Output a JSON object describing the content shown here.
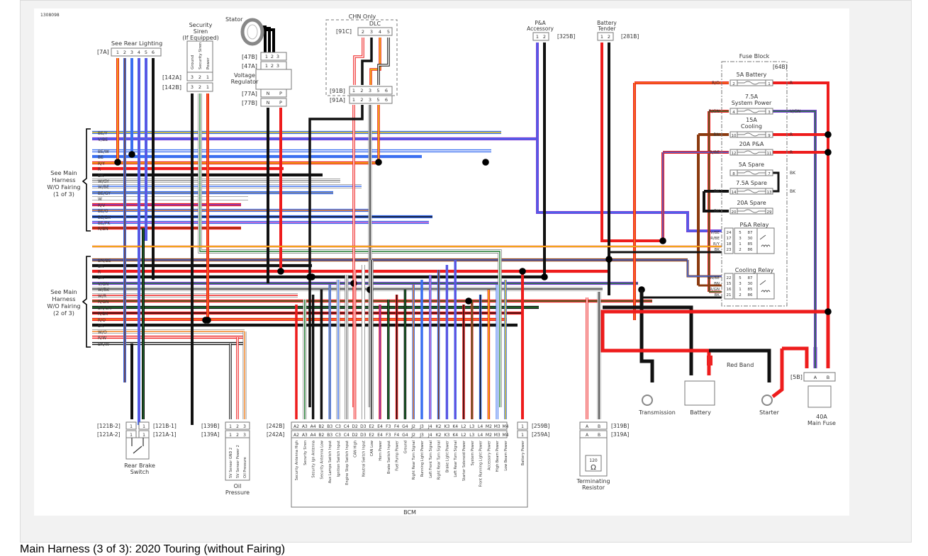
{
  "caption": "Main Harness (3 of 3): 2020 Touring (without Fairing)",
  "figure_id": "1308098",
  "components": {
    "rear_lighting": {
      "title": "See Rear Lighting",
      "connector": "[7A]",
      "pins": [
        "1",
        "2",
        "3",
        "4",
        "5",
        "6"
      ],
      "wires": [
        "R/Y",
        "BE/BN",
        "BE",
        "BE/V",
        "BE/V",
        "BK"
      ]
    },
    "security_siren": {
      "title": "Security Siren (If Equipped)",
      "title_lines": [
        "Security",
        "Siren",
        "(If Equipped)"
      ],
      "connectors": [
        "[142A]",
        "[142B]"
      ],
      "pins": [
        "3",
        "2",
        "1"
      ],
      "pin_labels": [
        "Ground",
        "Security Siren",
        "Power"
      ],
      "wires": [
        "BK",
        "W/GN",
        "R/O"
      ]
    },
    "stator": {
      "title": "Stator",
      "connectors": [
        "[47B]",
        "[47A]"
      ],
      "pins": [
        "1",
        "2",
        "3"
      ]
    },
    "voltage_regulator": {
      "title": "Voltage Regulator",
      "title_lines": [
        "Voltage",
        "Regulator"
      ],
      "connectors": [
        "[77A]",
        "[77B]"
      ],
      "pins": [
        "N",
        "P"
      ],
      "wires": [
        "BK",
        "R"
      ]
    },
    "dlc": {
      "group": "CHN Only",
      "title": "DLC",
      "connector_top": "[91C]",
      "pins_top": [
        "2",
        "3",
        "4",
        "5"
      ],
      "connectors_bottom": [
        "[91B]",
        "[91A]"
      ],
      "pins_bottom": [
        "1",
        "2",
        "3",
        "5",
        "6"
      ],
      "wires": [
        "R/W",
        "BK",
        "W/BK",
        "R/Y",
        "BK/W"
      ]
    },
    "pa_accessory": {
      "title": "P&A Accessory",
      "title_lines": [
        "P&A",
        "Accessory"
      ],
      "connector": "[325B]",
      "pins": [
        "1",
        "2"
      ],
      "wires": [
        "V/BE",
        "BK"
      ]
    },
    "battery_tender": {
      "title": "Battery Tender",
      "title_lines": [
        "Battery",
        "Tender"
      ],
      "connector": "[281B]",
      "pins": [
        "1",
        "2"
      ],
      "wires": [
        "R",
        "BK"
      ]
    },
    "fuse_block": {
      "title": "Fuse Block",
      "connector": "[64B]",
      "fuses": [
        {
          "label": "5A Battery",
          "lines": [
            "5A Battery"
          ],
          "in_pin": "2",
          "out_pin": "1",
          "in_wire": "R/O",
          "out_wire": "R"
        },
        {
          "label": "7.5A System Power",
          "lines": [
            "7.5A",
            "System Power"
          ],
          "in_pin": "4",
          "out_pin": "3",
          "in_wire": "R/GN",
          "out_wire": "V/GN"
        },
        {
          "label": "15A Cooling",
          "lines": [
            "15A",
            "Cooling"
          ],
          "in_pin": "10",
          "out_pin": "9",
          "in_wire": "BN",
          "out_wire": "R"
        },
        {
          "label": "20A P&A",
          "lines": [
            "20A  P&A"
          ],
          "in_pin": "12",
          "out_pin": "11",
          "in_wire": "R/BE",
          "out_wire": "R"
        },
        {
          "label": "5A Spare",
          "lines": [
            "5A Spare"
          ],
          "in_pin": "8",
          "out_pin": "7",
          "in_wire": "",
          "out_wire": "BK"
        },
        {
          "label": "7.5A Spare",
          "lines": [
            "7.5A Spare"
          ],
          "in_pin": "14",
          "out_pin": "13",
          "in_wire": "BK",
          "out_wire": "BK"
        },
        {
          "label": "20A Spare",
          "lines": [
            "20A Spare"
          ],
          "in_pin": "20",
          "out_pin": "29",
          "in_wire": "BK",
          "out_wire": ""
        }
      ],
      "relays": [
        {
          "label": "P&A Relay",
          "pins": [
            "24",
            "17",
            "18",
            "23"
          ],
          "terms": [
            "5",
            "3",
            "1",
            "2"
          ],
          "terms2": [
            "87",
            "30",
            "85",
            "86"
          ],
          "wires": [
            "V/BE",
            "R/BE",
            "R/Y",
            "BK"
          ]
        },
        {
          "label": "Cooling Relay",
          "pins": [
            "22",
            "15",
            "16",
            "21"
          ],
          "terms": [
            "5",
            "3",
            "1",
            "2"
          ],
          "terms2": [
            "87",
            "30",
            "85",
            "86"
          ],
          "wires": [
            "BN/BE",
            "BN",
            "R/GN",
            "BK"
          ]
        }
      ]
    },
    "harness_1": {
      "label_lines": [
        "See Main",
        "Harness",
        "W/O Fairing",
        "(1 of 3)"
      ],
      "wires": [
        "BE/Y",
        "V/BE",
        "BE/W",
        "BE",
        "R/Y",
        "R",
        "BK",
        "W/GY",
        "W/BE",
        "BE/GY",
        "W",
        "R/V",
        "BE/O",
        "BE/BK",
        "BE/PK",
        "R/BN"
      ]
    },
    "harness_2": {
      "label_lines": [
        "See Main",
        "Harness",
        "W/O Fairing",
        "(2 of 3)"
      ],
      "wires": [
        "BN/BE",
        "BK",
        "R",
        "BK",
        "V/GN",
        "W/BK",
        "W/R",
        "R/GN",
        "BK/GN",
        "R/BK",
        "R/O",
        "BK",
        "W/O",
        "R/W",
        "BK/W"
      ]
    },
    "rear_brake_switch": {
      "title_lines": [
        "Rear Brake",
        "Switch"
      ],
      "connectors_left": [
        "[121B-2]",
        "[121A-2]"
      ],
      "connectors_right": [
        "[121B-1]",
        "[121A-1]"
      ],
      "pins": [
        "1",
        "1"
      ],
      "wires": [
        "BK",
        "BK/GN"
      ]
    },
    "oil_pressure": {
      "title_lines": [
        "Oil",
        "Pressure"
      ],
      "connectors": [
        "[139B]",
        "[139A]"
      ],
      "pins": [
        "1",
        "2",
        "3"
      ],
      "pin_labels": [
        "5V Sensor GND 2",
        "5V Sensor Power 2",
        "Oil Pressure"
      ],
      "wires": [
        "BK/W",
        "R/W",
        "W/O"
      ]
    },
    "bcm": {
      "title": "BCM",
      "connectors": [
        "[242B]",
        "[242A]"
      ],
      "pins": [
        "A2",
        "A3",
        "A4",
        "B2",
        "B3",
        "C3",
        "C4",
        "D2",
        "D3",
        "E2",
        "E4",
        "F3",
        "F4",
        "G4",
        "J2",
        "J3",
        "J4",
        "K2",
        "K3",
        "K4",
        "L2",
        "L3",
        "L4",
        "M2",
        "M3",
        "M4"
      ],
      "wires": [
        "R",
        "W/GN",
        "BK",
        "BK",
        "BE/GY",
        "W/BE",
        "W/GY",
        "R/W",
        "W",
        "W/BK",
        "R/V",
        "BK/GN",
        "R/BK",
        "BK/GN",
        "BE/O",
        "BE",
        "BE/PK",
        "BE/BN",
        "BE/V",
        "BE/V",
        "R/BK",
        "R/GN",
        "BE/BK",
        "R/Y",
        "BE/W",
        "BE/Y"
      ],
      "functions": [
        "Security Antenna High",
        "Security Siren",
        "Security Ign Antenna",
        "Security Antenna Low",
        "Aux Lamps Switch Input",
        "Ignition Switch Input",
        "Engine Stop Switch Input",
        "CAN High",
        "Neutral Switch Input",
        "CAN Low",
        "Horn Power",
        "Brake Switch Input",
        "Fuel Pump Power",
        "Ground",
        "Right Rear Turn Signal",
        "Running Light Power",
        "Left Front Turn Signal",
        "Right Rear Turn Signal",
        "Brake Light Power",
        "Left Rear Turn Signal",
        "Starter Solenoid Power",
        "System Power",
        "Front Running Light Power",
        "Accessory Power",
        "High Beam Power",
        "Low Beam Power"
      ],
      "battery_pin": "1",
      "battery_connectors": [
        "[259B]",
        "[259A]"
      ],
      "battery_wire": "R",
      "battery_function": "Battery Power"
    },
    "terminating_resistor": {
      "title_lines": [
        "Terminating",
        "Resistor"
      ],
      "connectors": [
        "[319B]",
        "[319A]"
      ],
      "pins": [
        "A",
        "B"
      ],
      "wires": [
        "R/W",
        "W/BK"
      ],
      "value": "120",
      "unit": "Ω"
    },
    "ground_and_power": {
      "transmission": "Transmission",
      "battery": "Battery",
      "starter": "Starter",
      "red_band": "Red Band",
      "main_fuse_lines": [
        "40A",
        "Main Fuse"
      ],
      "main_fuse_connector": "[5B]",
      "main_fuse_pins": [
        "A",
        "B"
      ],
      "ground_wire": "BK",
      "power_wire": "R"
    }
  },
  "wire_colors": {
    "R": "#ee1c1c",
    "BK": "#111111",
    "BE": "#3a6ff0",
    "V": "#7b3fd6",
    "BN": "#8b3a0f",
    "O": "#f58220",
    "Y": "#f2d21b",
    "GN": "#1e7a2e",
    "W": "#ffffff",
    "GY": "#8c8c8c",
    "PK": "#e46bd0",
    "LGN": "#86c441"
  }
}
